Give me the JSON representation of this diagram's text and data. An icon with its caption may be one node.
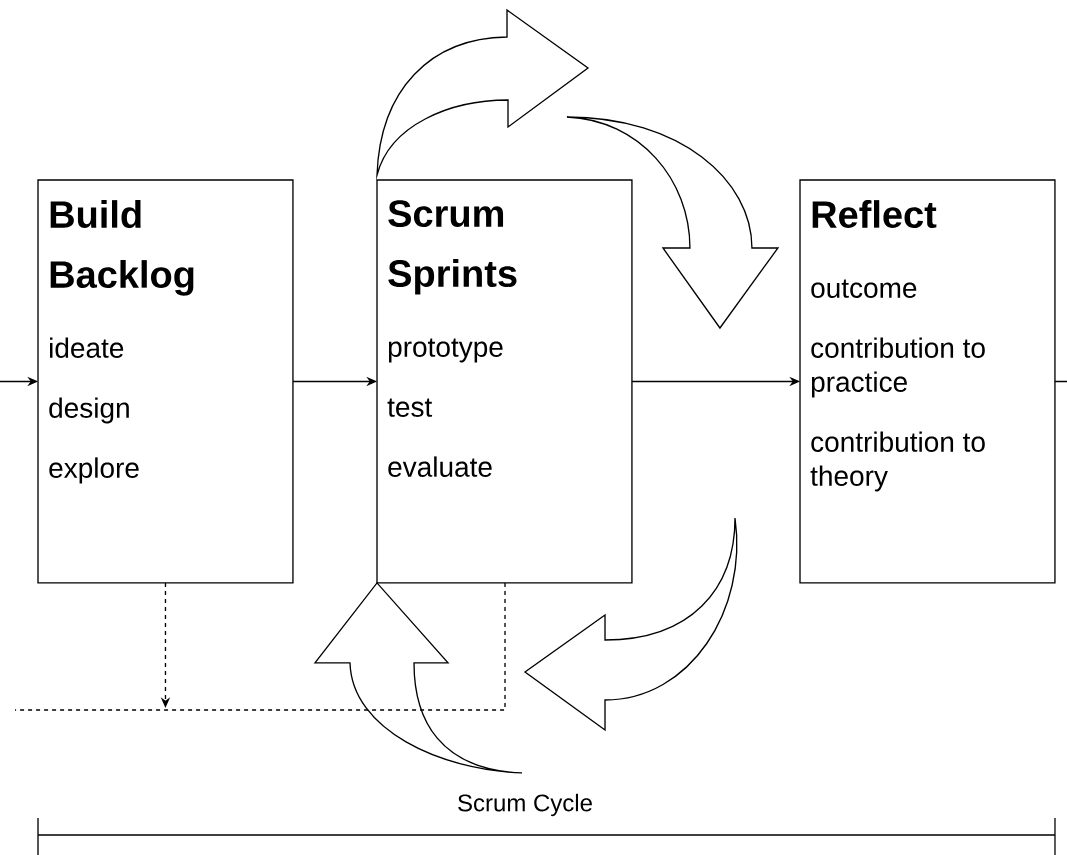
{
  "diagram": {
    "nodes": [
      {
        "text": [
          "Build Backlog",
          "ideate",
          "design",
          "explore"
        ]
      },
      {
        "text": [
          "Scrum Sprints",
          "prototype",
          "test",
          "evaluate"
        ]
      },
      {
        "text": [
          "Reflect",
          "outcome",
          "contribution to practice",
          "contribution to theory"
        ]
      },
      {
        "text": [],
        "shape": "arrow"
      }
    ],
    "edges": [
      {
        "from": null,
        "to": 0,
        "arrow": "to"
      },
      {
        "from": 0,
        "to": 1,
        "arrow": "to"
      },
      {
        "from": 1,
        "to": 2,
        "arrow": "to"
      },
      {
        "from": 2,
        "to": null,
        "arrow": "none"
      },
      {
        "from": 1,
        "to": null,
        "arrow": "none",
        "style": "dashed"
      },
      {
        "from": 0,
        "to": null,
        "arrow": "to",
        "style": "dashed"
      },
      {
        "from": 1,
        "to": null,
        "arrow": "to"
      },
      {
        "from": 1,
        "to": 2,
        "arrow": "to"
      },
      {
        "from": null,
        "to": 1,
        "arrow": "to"
      }
    ],
    "labels": [
      "Scrum Cycle"
    ]
  }
}
